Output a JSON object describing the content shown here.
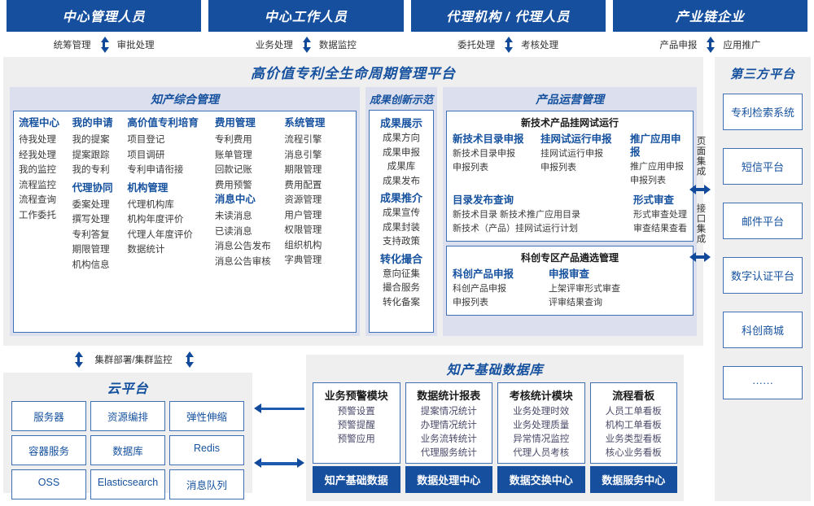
{
  "roles": [
    {
      "title": "中心管理人员",
      "left": "统筹管理",
      "right": "审批处理"
    },
    {
      "title": "中心工作人员",
      "left": "业务处理",
      "right": "数据监控"
    },
    {
      "title": "代理机构 / 代理人员",
      "left": "委托处理",
      "right": "考核处理"
    },
    {
      "title": "产业链企业",
      "left": "产品申报",
      "right": "应用推广"
    }
  ],
  "platform": {
    "title": "高价值专利全生命周期管理平台",
    "zhichan": {
      "title": "知产综合管理",
      "columns": [
        {
          "groups": [
            {
              "header": "流程中心",
              "items": [
                "待我处理",
                "经我处理",
                "我的监控",
                "流程监控",
                "流程查询",
                "工作委托"
              ]
            }
          ]
        },
        {
          "groups": [
            {
              "header": "我的申请",
              "items": [
                "我的提案",
                "提案跟踪",
                "我的专利"
              ]
            },
            {
              "header": "代理协同",
              "items": [
                "委案处理",
                "撰写处理",
                "专利答复",
                "期限管理",
                "机构信息"
              ]
            }
          ]
        },
        {
          "groups": [
            {
              "header": "高价值专利培育",
              "items": [
                "项目登记",
                "项目调研",
                "专利申请衔接"
              ]
            },
            {
              "header": "机构管理",
              "items": [
                "代理机构库",
                "机构年度评价",
                "代理人年度评价",
                "数据统计"
              ]
            }
          ]
        },
        {
          "groups": [
            {
              "header": "费用管理",
              "items": [
                "专利费用",
                "账单管理",
                "回款记账",
                "费用预警"
              ]
            },
            {
              "header": "消息中心",
              "items": [
                "未读消息",
                "已读消息",
                "消息公告发布",
                "消息公告审核"
              ]
            }
          ]
        },
        {
          "groups": [
            {
              "header": "系统管理",
              "items": [
                "流程引擎",
                "消息引擎",
                "期限管理",
                "费用配置",
                "资源管理",
                "用户管理",
                "权限管理",
                "组织机构",
                "字典管理"
              ]
            }
          ]
        }
      ]
    },
    "chengguo": {
      "title": "成果创新示范",
      "groups": [
        {
          "header": "成果展示",
          "items": [
            "成果方向",
            "成果申报",
            "成果库",
            "成果发布"
          ]
        },
        {
          "header": "成果推介",
          "items": [
            "成果宣传",
            "成果封装",
            "支持政策"
          ]
        },
        {
          "header": "转化撮合",
          "items": [
            "意向征集",
            "撮合服务",
            "转化备案"
          ]
        }
      ]
    },
    "chanpin": {
      "title": "产品运营管理",
      "box1": {
        "title": "新技术产品挂网试运行",
        "row1": [
          {
            "header": "新技术目录申报",
            "items": [
              "新技术目录申报",
              "申报列表"
            ]
          },
          {
            "header": "挂网试运行申报",
            "items": [
              "挂网试运行申报",
              "申报列表"
            ]
          },
          {
            "header": "推广应用申报",
            "items": [
              "推广应用申报",
              "申报列表"
            ]
          }
        ],
        "row2_left": {
          "header": "目录发布查询",
          "items": [
            "新技术目录    新技术推广应用目录",
            "新技术（产品）挂网试运行计划"
          ]
        },
        "row2_right": {
          "header": "形式审查",
          "items": [
            "形式审查处理",
            "审查结果查看"
          ]
        }
      },
      "box2": {
        "title": "科创专区产品遴选管理",
        "cols": [
          {
            "header": "科创产品申报",
            "items": [
              "科创产品申报",
              "申报列表"
            ]
          },
          {
            "header": "申报审查",
            "items": [
              "上架评审形式审查",
              "评审结果查询"
            ]
          }
        ]
      }
    }
  },
  "integration": {
    "page": "页面集成",
    "api": "接口集成"
  },
  "third_party": {
    "title": "第三方平台",
    "items": [
      "专利检索系统",
      "短信平台",
      "邮件平台",
      "数字认证平台",
      "科创商城",
      "······"
    ]
  },
  "cluster": {
    "label": "集群部署/集群监控"
  },
  "cloud": {
    "title": "云平台",
    "cells": [
      "服务器",
      "资源编排",
      "弹性伸缩",
      "容器服务",
      "数据库",
      "Redis",
      "OSS",
      "Elasticsearch",
      "消息队列"
    ]
  },
  "database": {
    "title": "知产基础数据库",
    "columns": [
      {
        "header": "业务预警模块",
        "items": [
          "预警设置",
          "预警提醒",
          "预警应用"
        ],
        "footer": "知产基础数据"
      },
      {
        "header": "数据统计报表",
        "items": [
          "提案情况统计",
          "办理情况统计",
          "业务流转统计",
          "代理服务统计"
        ],
        "footer": "数据处理中心"
      },
      {
        "header": "考核统计模块",
        "items": [
          "业务处理时效",
          "业务处理质量",
          "异常情况监控",
          "代理人员考核"
        ],
        "footer": "数据交换中心"
      },
      {
        "header": "流程看板",
        "items": [
          "人员工单看板",
          "机构工单看板",
          "业务类型看板",
          "核心业务看板"
        ],
        "footer": "数据服务中心"
      }
    ]
  },
  "colors": {
    "brand_blue": "#164f9e",
    "accent_blue": "#15519e",
    "panel_bg": "#efefef",
    "section_bg": "#dcdfee",
    "border": "#3f6fb5"
  }
}
